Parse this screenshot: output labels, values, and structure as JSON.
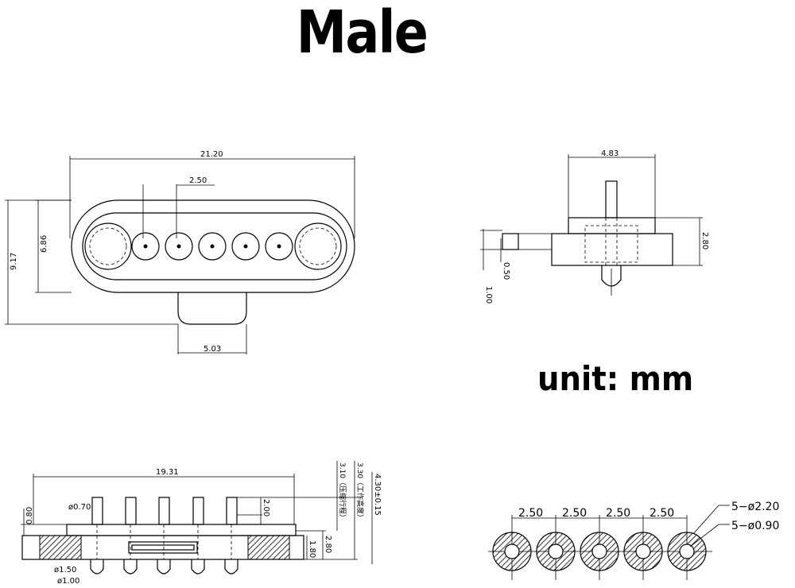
{
  "title": "Male",
  "unit": "unit: mm",
  "top_view": {
    "width": "21.20",
    "pitch": "2.50",
    "height_outer": "9.17",
    "height_body": "6.86",
    "tab_width": "5.03"
  },
  "side_view": {
    "top_width": "4.83",
    "height": "2.80",
    "pin_gap": "0.50",
    "base": "1.00"
  },
  "front_view": {
    "span": "19.31",
    "pin_dia": "ø0.70",
    "pin_height": "2.00",
    "travel": "3.10（压缩行程）",
    "work_height": "3.30（工作高度）",
    "total": "4.30±0.15",
    "base_a": "1.80",
    "base_b": "2.80",
    "left_h": "0.80",
    "dia_a": "ø1.50",
    "dia_b": "ø1.00"
  },
  "pad_view": {
    "pitches": [
      "2.50",
      "2.50",
      "2.50",
      "2.50"
    ],
    "outer_dia": "5−ø2.20",
    "inner_dia": "5−ø0.90"
  }
}
